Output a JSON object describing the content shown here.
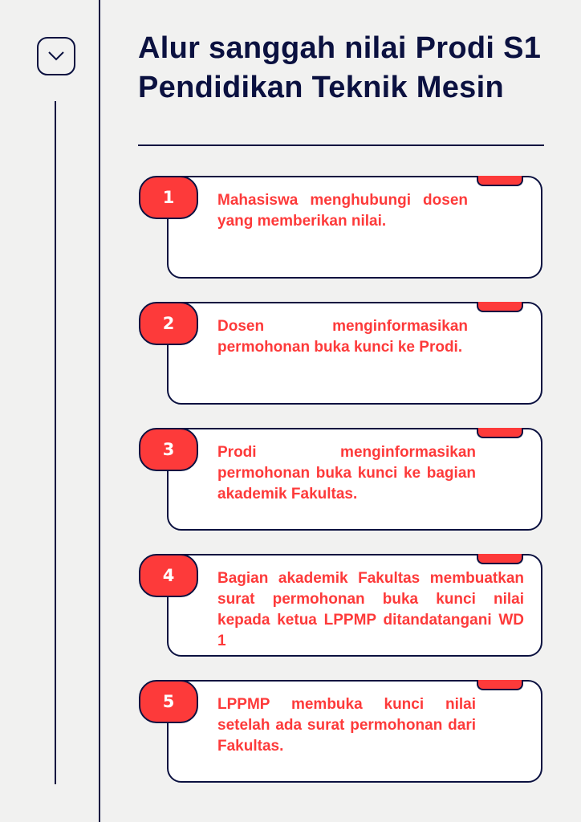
{
  "title": "Alur sanggah nilai Prodi S1 Pendidikan Teknik Mesin",
  "steps": [
    {
      "number": "1",
      "text": "Mahasiswa menghubungi dosen yang memberikan nilai."
    },
    {
      "number": "2",
      "text": "Dosen menginformasikan permohonan buka kunci ke Prodi."
    },
    {
      "number": "3",
      "text": "Prodi menginformasikan permohonan buka kunci ke bagian akademik Fakultas."
    },
    {
      "number": "4",
      "text": "Bagian akademik Fakultas membuatkan surat permohonan buka kunci nilai kepada ketua LPPMP ditandatangani WD 1"
    },
    {
      "number": "5",
      "text": "LPPMP membuka kunci nilai setelah ada surat permohonan dari Fakultas."
    }
  ],
  "colors": {
    "navy": "#0b1140",
    "red": "#fd3a3a",
    "background": "#f1f1f0"
  }
}
